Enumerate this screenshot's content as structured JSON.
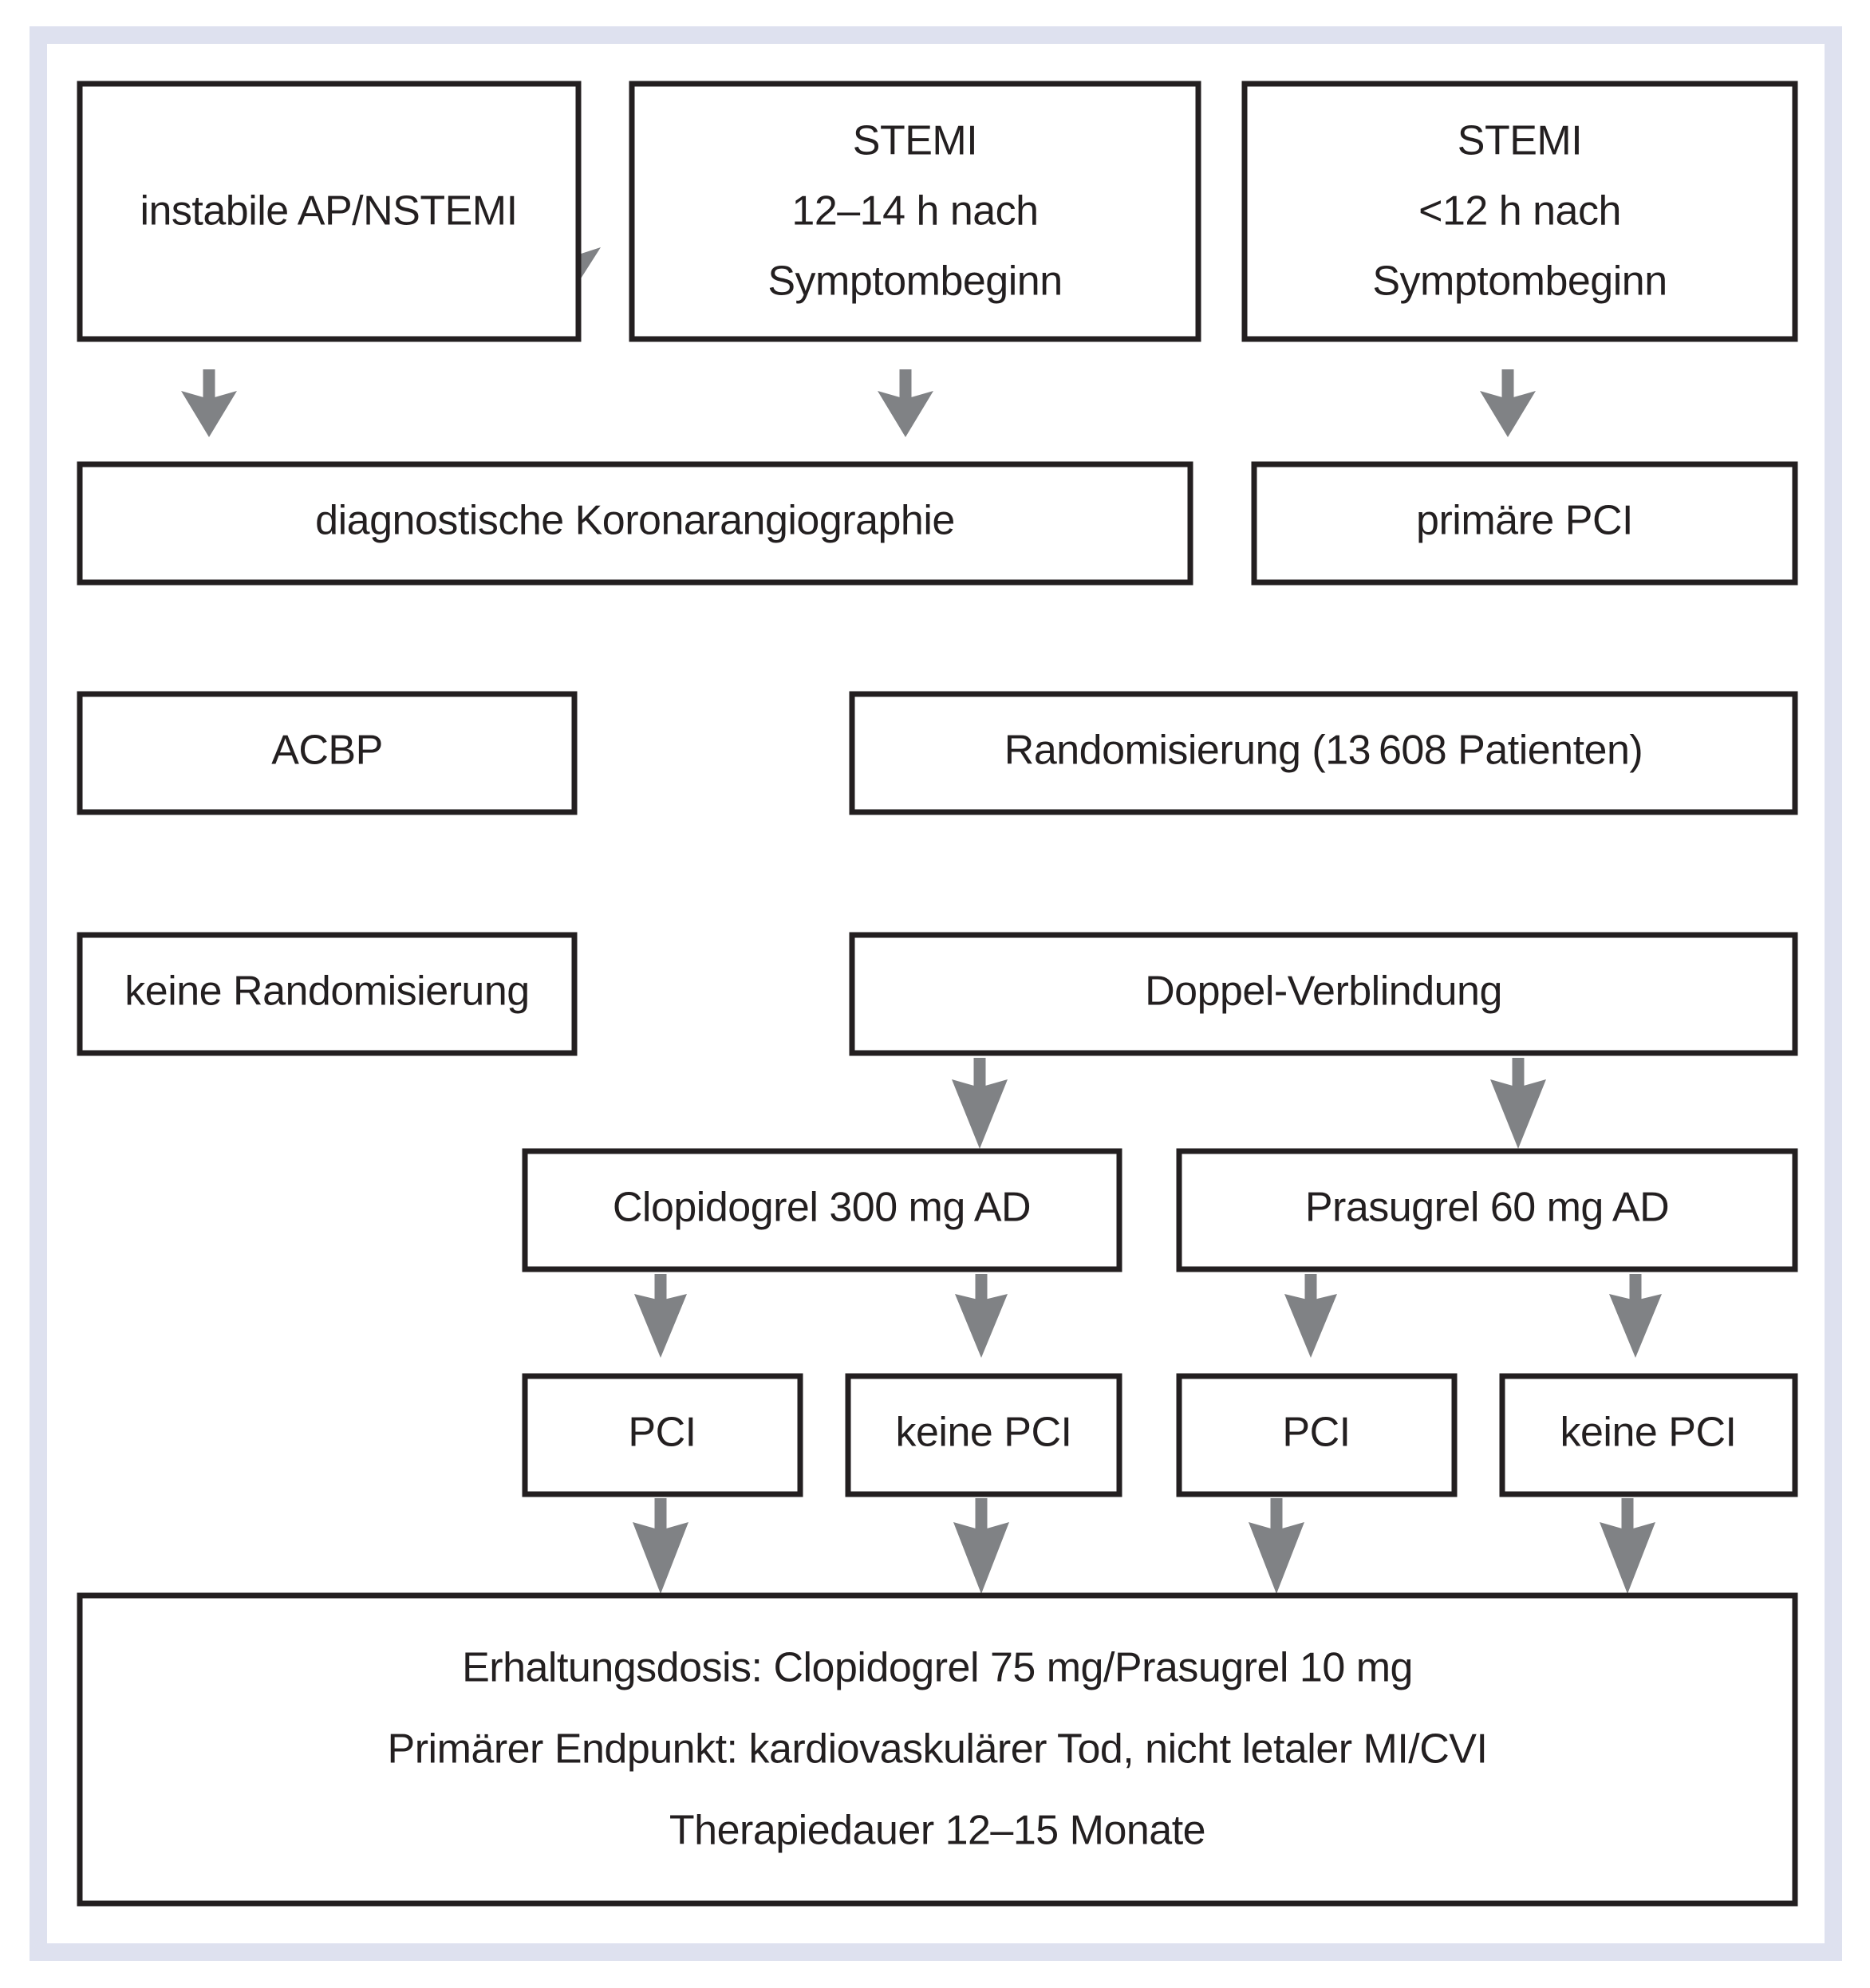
{
  "diagram": {
    "title": "TRITON-TIMI 38 Studiendesign Flussdiagramm",
    "frame_color": "#dee1ef",
    "box_border_color": "#231f20",
    "arrow_color": "#808285",
    "background_color": "#ffffff",
    "nodes": [
      {
        "id": "n1",
        "label": "instabile AP/NSTEMI"
      },
      {
        "id": "n2a",
        "label": "STEMI"
      },
      {
        "id": "n2b",
        "label": "12–14 h nach"
      },
      {
        "id": "n2c",
        "label": "Symptombeginn"
      },
      {
        "id": "n3a",
        "label": "STEMI"
      },
      {
        "id": "n3b",
        "label": "<12 h nach"
      },
      {
        "id": "n3c",
        "label": "Symptombeginn"
      },
      {
        "id": "n4",
        "label": "diagnostische Koronarangiographie"
      },
      {
        "id": "n5",
        "label": "primäre PCI"
      },
      {
        "id": "n6",
        "label": "ACBP"
      },
      {
        "id": "n7",
        "label": "Randomisierung (13 608 Patienten)"
      },
      {
        "id": "n8",
        "label": "keine Randomisierung"
      },
      {
        "id": "n9",
        "label": "Doppel-Verblindung"
      },
      {
        "id": "n10",
        "label": "Clopidogrel 300 mg AD"
      },
      {
        "id": "n11",
        "label": "Prasugrel 60 mg AD"
      },
      {
        "id": "n12",
        "label": "PCI"
      },
      {
        "id": "n13",
        "label": "keine PCI"
      },
      {
        "id": "n14",
        "label": "PCI"
      },
      {
        "id": "n15",
        "label": "keine PCI"
      },
      {
        "id": "n16a",
        "label": "Erhaltungsdosis: Clopidogrel 75 mg/Prasugrel 10 mg"
      },
      {
        "id": "n16b",
        "label": "Primärer Endpunkt: kardiovaskulärer Tod, nicht letaler MI/CVI"
      },
      {
        "id": "n16c",
        "label": "Therapiedauer 12–15 Monate"
      }
    ]
  },
  "chart_data": {
    "type": "diagram",
    "subtype": "flowchart",
    "title": "Studiendesign: instabile AP/NSTEMI und STEMI → Randomisierung → Clopidogrel vs. Prasugrel",
    "levels": [
      {
        "level": 1,
        "boxes": [
          "instabile AP/NSTEMI",
          "STEMI 12–14 h nach Symptombeginn",
          "STEMI <12 h nach Symptombeginn"
        ]
      },
      {
        "level": 2,
        "boxes": [
          "diagnostische Koronarangiographie",
          "primäre PCI"
        ]
      },
      {
        "level": 3,
        "boxes": [
          "ACBP",
          "Randomisierung (13 608 Patienten)"
        ]
      },
      {
        "level": 4,
        "boxes": [
          "keine Randomisierung",
          "Doppel-Verblindung"
        ]
      },
      {
        "level": 5,
        "boxes": [
          "Clopidogrel 300 mg AD",
          "Prasugrel 60 mg AD"
        ]
      },
      {
        "level": 6,
        "boxes": [
          "PCI",
          "keine PCI",
          "PCI",
          "keine PCI"
        ]
      },
      {
        "level": 7,
        "boxes": [
          "Erhaltungsdosis: Clopidogrel 75 mg/Prasugrel 10 mg | Primärer Endpunkt: kardiovaskulärer Tod, nicht letaler MI/CVI | Therapiedauer 12–15 Monate"
        ]
      }
    ],
    "edges": [
      {
        "from": "instabile AP/NSTEMI",
        "to": "diagnostische Koronarangiographie"
      },
      {
        "from": "STEMI 12–14 h nach Symptombeginn",
        "to": "diagnostische Koronarangiographie"
      },
      {
        "from": "STEMI <12 h nach Symptombeginn",
        "to": "primäre PCI"
      },
      {
        "from": "diagnostische Koronarangiographie",
        "to": "ACBP"
      },
      {
        "from": "diagnostische Koronarangiographie",
        "to": "Randomisierung (13 608 Patienten)"
      },
      {
        "from": "primäre PCI",
        "to": "Randomisierung (13 608 Patienten)"
      },
      {
        "from": "ACBP",
        "to": "keine Randomisierung"
      },
      {
        "from": "Randomisierung (13 608 Patienten)",
        "to": "Doppel-Verblindung"
      },
      {
        "from": "Doppel-Verblindung",
        "to": "Clopidogrel 300 mg AD"
      },
      {
        "from": "Doppel-Verblindung",
        "to": "Prasugrel 60 mg AD"
      },
      {
        "from": "Clopidogrel 300 mg AD",
        "to": "PCI"
      },
      {
        "from": "Clopidogrel 300 mg AD",
        "to": "keine PCI"
      },
      {
        "from": "Prasugrel 60 mg AD",
        "to": "PCI"
      },
      {
        "from": "Prasugrel 60 mg AD",
        "to": "keine PCI"
      },
      {
        "from": "PCI",
        "to": "Endpunkt-Box"
      },
      {
        "from": "keine PCI",
        "to": "Endpunkt-Box"
      }
    ],
    "patient_count": 13608,
    "doses": {
      "clopidogrel_loading_mg": 300,
      "prasugrel_loading_mg": 60,
      "clopidogrel_maintenance_mg": 75,
      "prasugrel_maintenance_mg": 10
    },
    "therapy_duration_months": "12–15"
  }
}
